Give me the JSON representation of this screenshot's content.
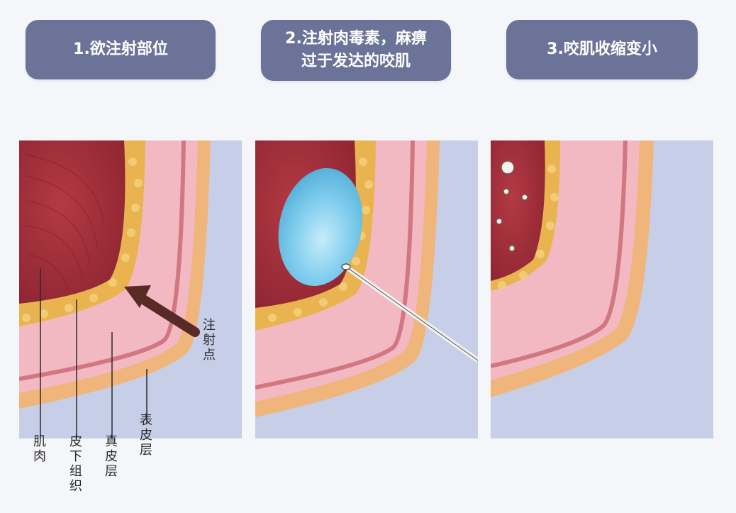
{
  "steps": [
    {
      "label": "1.欲注射部位"
    },
    {
      "label_line1": "2.注射肉毒素，麻痹",
      "label_line2": "过于发达的咬肌"
    },
    {
      "label": "3.咬肌收缩变小"
    }
  ],
  "annotations": {
    "muscle": "肌肉",
    "subcutaneous": "皮下组织",
    "dermis": "真皮层",
    "epidermis": "表皮层",
    "injection_point": "注射点"
  },
  "colors": {
    "label_bg": "#6b7398",
    "background": "#c7cfe8",
    "muscle": "#a3323d",
    "fat": "#e8b24a",
    "dermis": "#f2b9c2",
    "epidermis": "#f0b57a",
    "botox": "#6ec3e6",
    "arrow": "#5a2a26"
  }
}
